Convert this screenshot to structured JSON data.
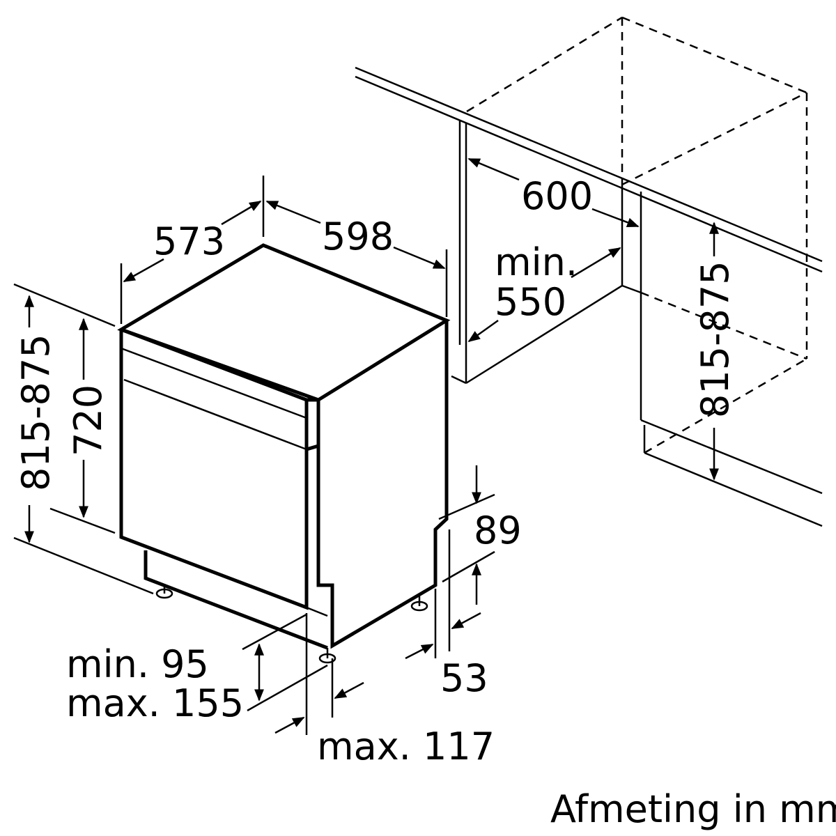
{
  "dimensions": {
    "d573": "573",
    "d598": "598",
    "d600": "600",
    "min550_line1": "min.",
    "min550_line2": "550",
    "h815_875_left": "815-875",
    "h720": "720",
    "h815_875_right": "815-875",
    "d89": "89",
    "d53": "53",
    "plinth_min": "min. 95",
    "plinth_max": "max. 155",
    "max117": "max. 117"
  },
  "caption": "Afmeting in mm"
}
